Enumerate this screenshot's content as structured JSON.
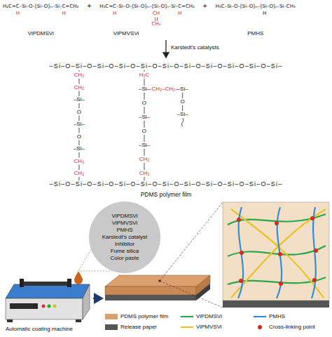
{
  "diagram": {
    "nodes": [
      {
        "text": [
          "ViPDMSVi",
          "ViPMVSVi",
          "PMHS",
          "Karstedt's catalyst",
          "Inhibitor",
          "Fume silica",
          "Color paste"
        ]
      }
    ],
    "labels": [
      "H₂C=C–Si–O–[Si–O]ₘ–Si–C=CH₂",
      "H",
      "H",
      "ViPDMSVi",
      "H₂C=C–Si–O–[Si–O]ₘ–[Si–O]ₙ–Si–C=CH₂",
      "H",
      "CH",
      "CH₂",
      "H",
      "ViPMVSVi",
      "H₃C–Si–O–[Si–O]ₘ–[Si–O]ₙ–Si–CH₃",
      "H",
      "PMHS",
      "+",
      "+",
      "Karstedt's catalysts",
      "–Si–O–Si–O–Si–O–Si–O–Si–O–Si–O–Si–O–Si–O–Si–O–Si–O–Si–",
      "CH₂",
      "CH₂",
      "–Si–",
      "O",
      "–Si–",
      "O",
      "–Si–",
      "CH₂",
      "CH₂",
      "H₂C",
      "–Si–",
      "O",
      "–Si–",
      "O",
      "–Si–",
      "CH₂",
      "CH₂",
      "–CH₂–CH₂–",
      "–Si–",
      "O",
      "–Si–",
      "–Si–O–Si–O–Si–O–Si–O–Si–O–Si–O–Si–O–Si–O–Si–O–Si–O–Si–",
      "PDMS polymer film",
      "Automatic coating machine"
    ],
    "legend": [
      {
        "text": "PDMS polymer film",
        "color": "#dba06e"
      },
      {
        "text": "Release paper",
        "color": "#555555"
      },
      {
        "text": "ViPDMSVi"
      },
      {
        "text": "ViPMVSVi"
      },
      {
        "text": "PMHS"
      },
      {
        "text": "Cross-linking point"
      }
    ]
  }
}
